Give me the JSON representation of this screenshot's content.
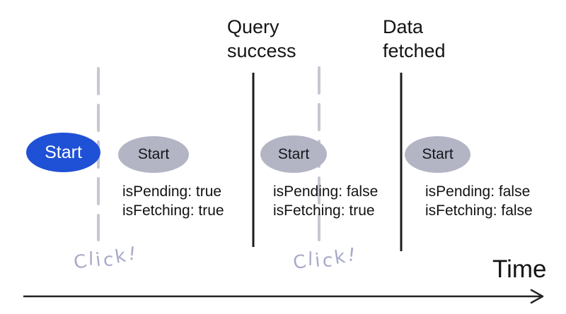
{
  "diagram": {
    "description": "Timeline diagram of query states over time",
    "milestone_labels": [
      {
        "text": "Query success"
      },
      {
        "text": "Data fetched"
      }
    ],
    "start_buttons": [
      {
        "label": "Start",
        "state": "active"
      },
      {
        "label": "Start",
        "state": "inactive"
      },
      {
        "label": "Start",
        "state": "inactive"
      },
      {
        "label": "Start",
        "state": "inactive"
      }
    ],
    "state_blocks": [
      {
        "isPending": "isPending: true",
        "isFetching": "isFetching: true"
      },
      {
        "isPending": "isPending: false",
        "isFetching": "isFetching: true"
      },
      {
        "isPending": "isPending: false",
        "isFetching": "isFetching: false"
      }
    ],
    "click_annotations": [
      {
        "text": "Click!"
      },
      {
        "text": "Click!"
      }
    ],
    "time_axis": {
      "label": "Time"
    },
    "colors": {
      "active_button_bg": "#1f51d6",
      "active_button_text": "#ffffff",
      "inactive_button_bg": "#b3b5c5",
      "dashed_line": "#c6c7d1",
      "solid_line": "#1c1c1e",
      "annotation_text": "#a8aac8",
      "body_text": "#121212"
    }
  }
}
